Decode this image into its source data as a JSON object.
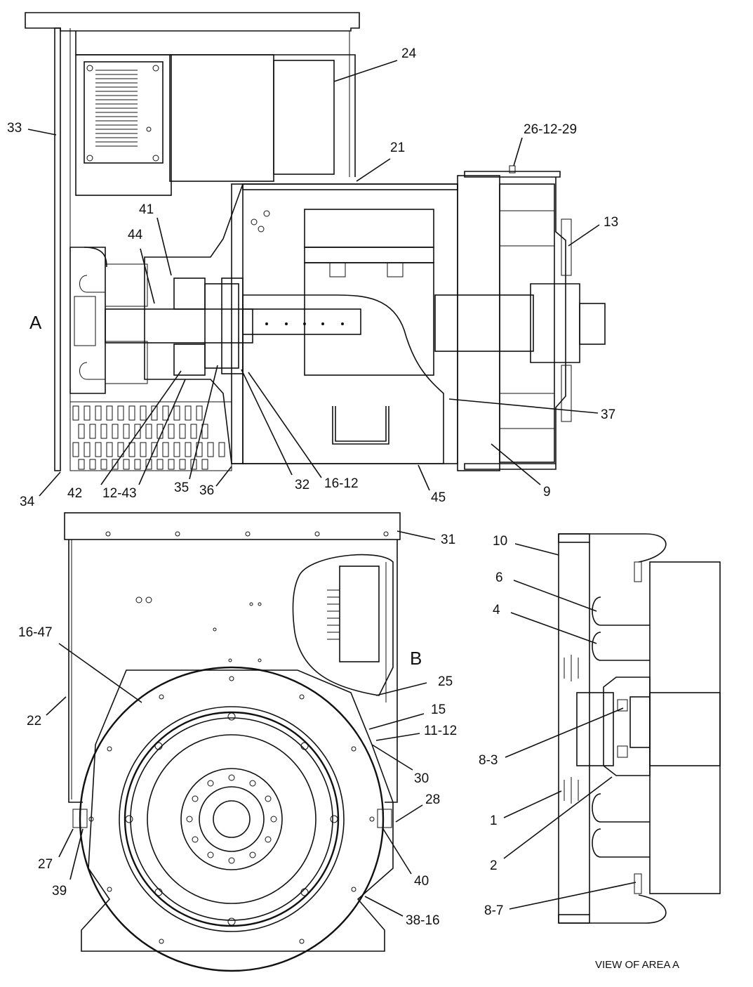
{
  "caption": "VIEW OF AREA A",
  "view_markers": {
    "a": "A",
    "b": "B"
  },
  "callouts": [
    "24",
    "21",
    "26-12-29",
    "13",
    "33",
    "41",
    "44",
    "37",
    "34",
    "42",
    "12-43",
    "35",
    "36",
    "32",
    "16-12",
    "45",
    "9",
    "31",
    "16-47",
    "25",
    "15",
    "11-12",
    "22",
    "30",
    "28",
    "27",
    "39",
    "40",
    "38-16",
    "10",
    "6",
    "4",
    "8-3",
    "1",
    "2",
    "8-7"
  ]
}
